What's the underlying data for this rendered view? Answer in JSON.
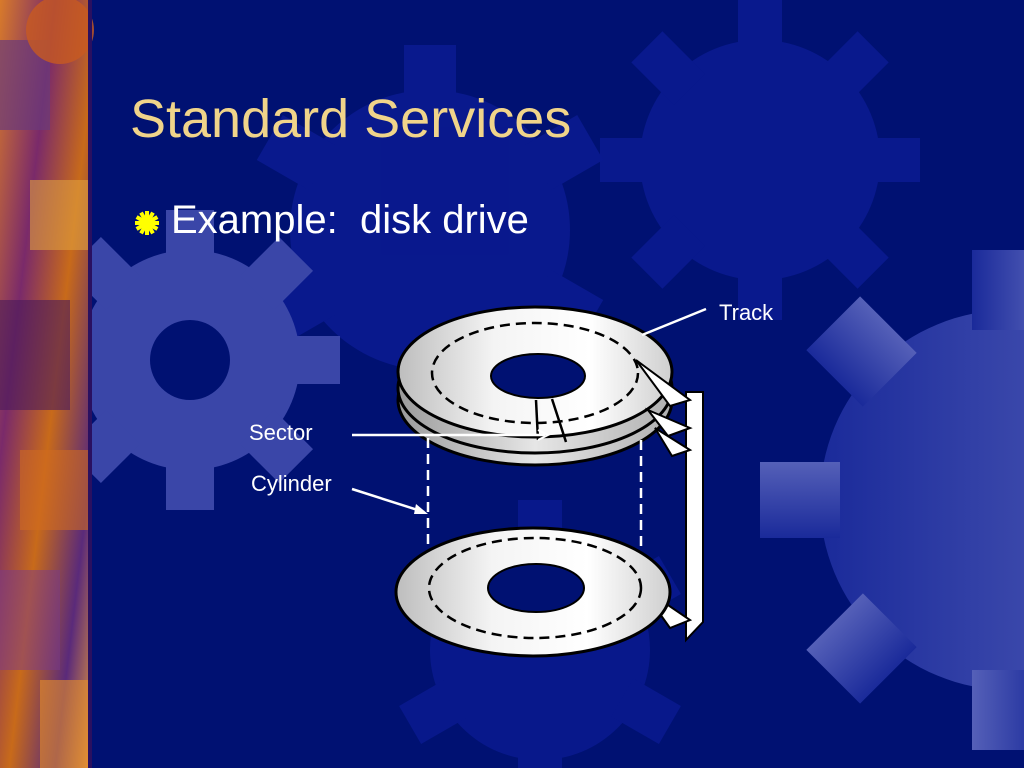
{
  "slide": {
    "title": "Standard Services",
    "bullet": "Example:  disk drive",
    "bullet_icon": "starburst-bullet-icon"
  },
  "diagram": {
    "labels": {
      "track": "Track",
      "sector": "Sector",
      "cylinder": "Cylinder"
    }
  },
  "colors": {
    "background": "#001172",
    "gear_light": "#4a56b0",
    "gear_dark": "#0a1a8a",
    "title": "#f0d48a",
    "bullet_icon": "#ffff00",
    "platter": "#e8e8e8",
    "text": "#ffffff"
  }
}
